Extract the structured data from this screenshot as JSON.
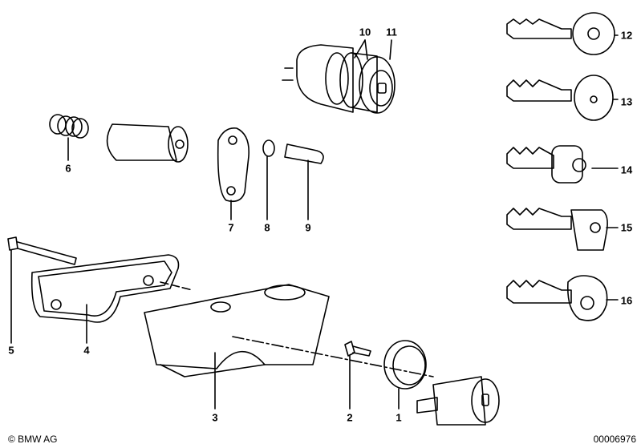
{
  "diagram": {
    "part_labels": [
      "1",
      "2",
      "3",
      "4",
      "5",
      "6",
      "7",
      "8",
      "9",
      "10",
      "11",
      "12",
      "13",
      "14",
      "15",
      "16"
    ],
    "copyright": "© BMW AG",
    "diagram_number": "00006976"
  },
  "colors": {
    "ink": "#000000",
    "background": "#ffffff"
  }
}
